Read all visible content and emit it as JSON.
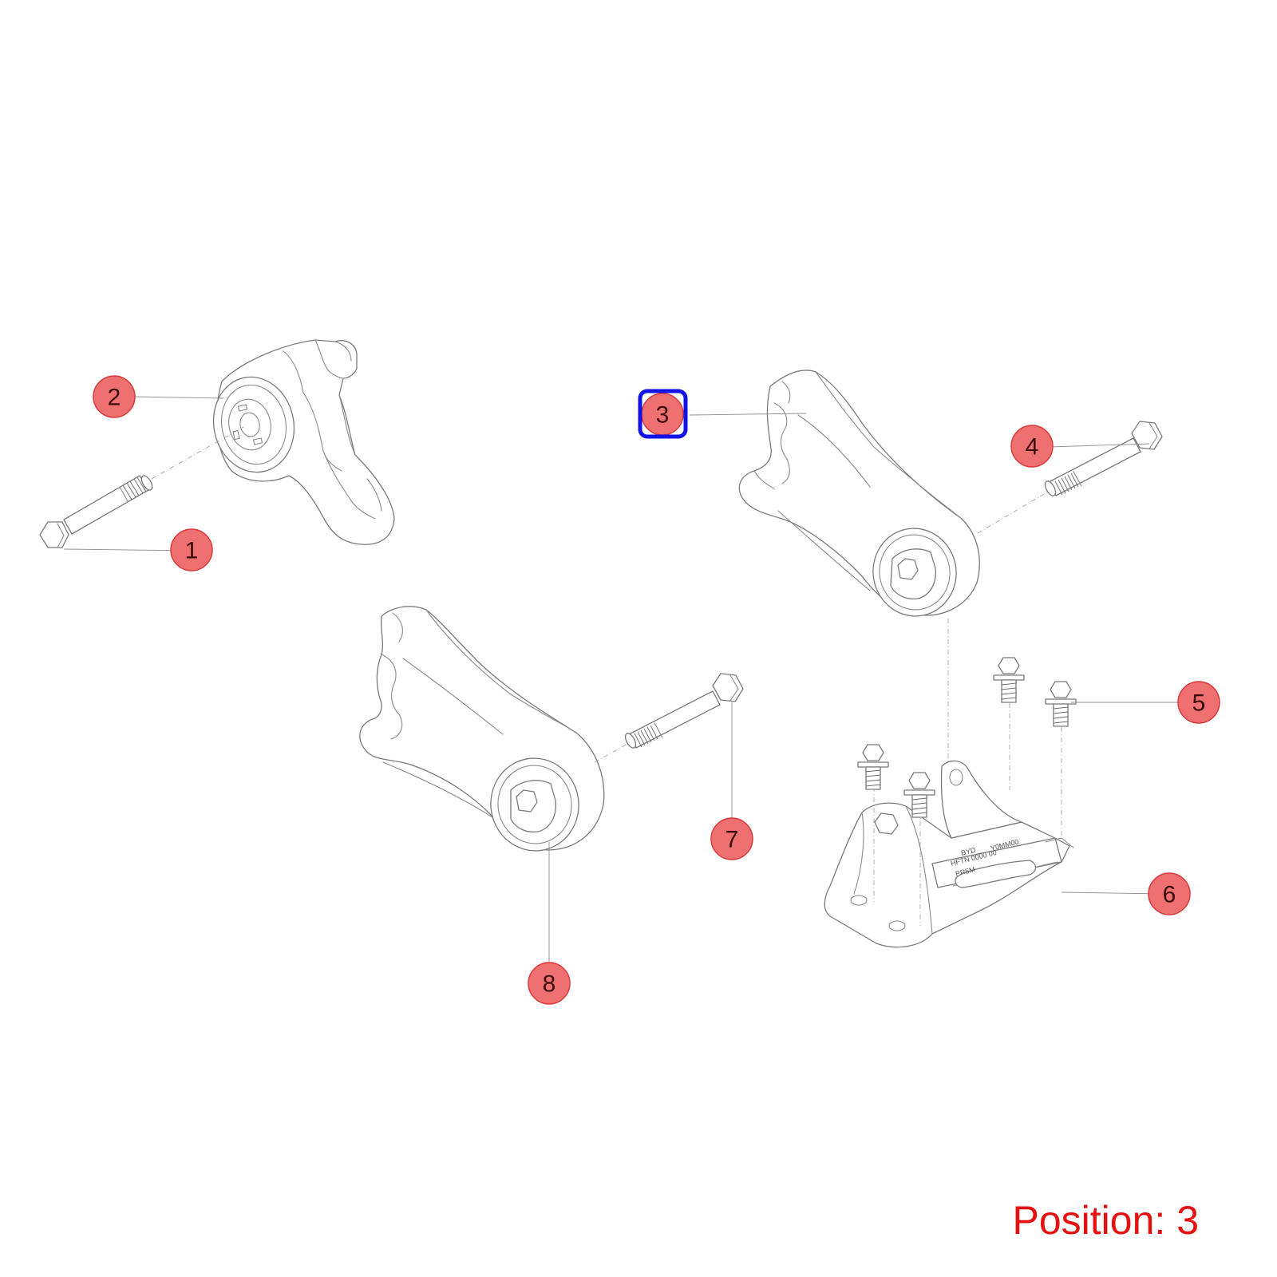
{
  "callouts": [
    {
      "id": "1",
      "label": "1"
    },
    {
      "id": "2",
      "label": "2"
    },
    {
      "id": "3",
      "label": "3"
    },
    {
      "id": "4",
      "label": "4"
    },
    {
      "id": "5",
      "label": "5"
    },
    {
      "id": "6",
      "label": "6"
    },
    {
      "id": "7",
      "label": "7"
    },
    {
      "id": "8",
      "label": "8"
    }
  ],
  "selected_callout": "3",
  "position": {
    "prefix": "Position: ",
    "value": "3"
  },
  "bracket_stamp": {
    "line1": "BYD",
    "line2": "HFTN 0000 00",
    "line3": "PR5M",
    "line4": "Y0MM00"
  },
  "colors": {
    "callout_fill": "#ef7070",
    "callout_stroke": "#d83a3a",
    "callout_text": "#3a0a0a",
    "highlight": "#1212e6",
    "position_text": "#e51010",
    "line_art": "#7a7a7a"
  }
}
